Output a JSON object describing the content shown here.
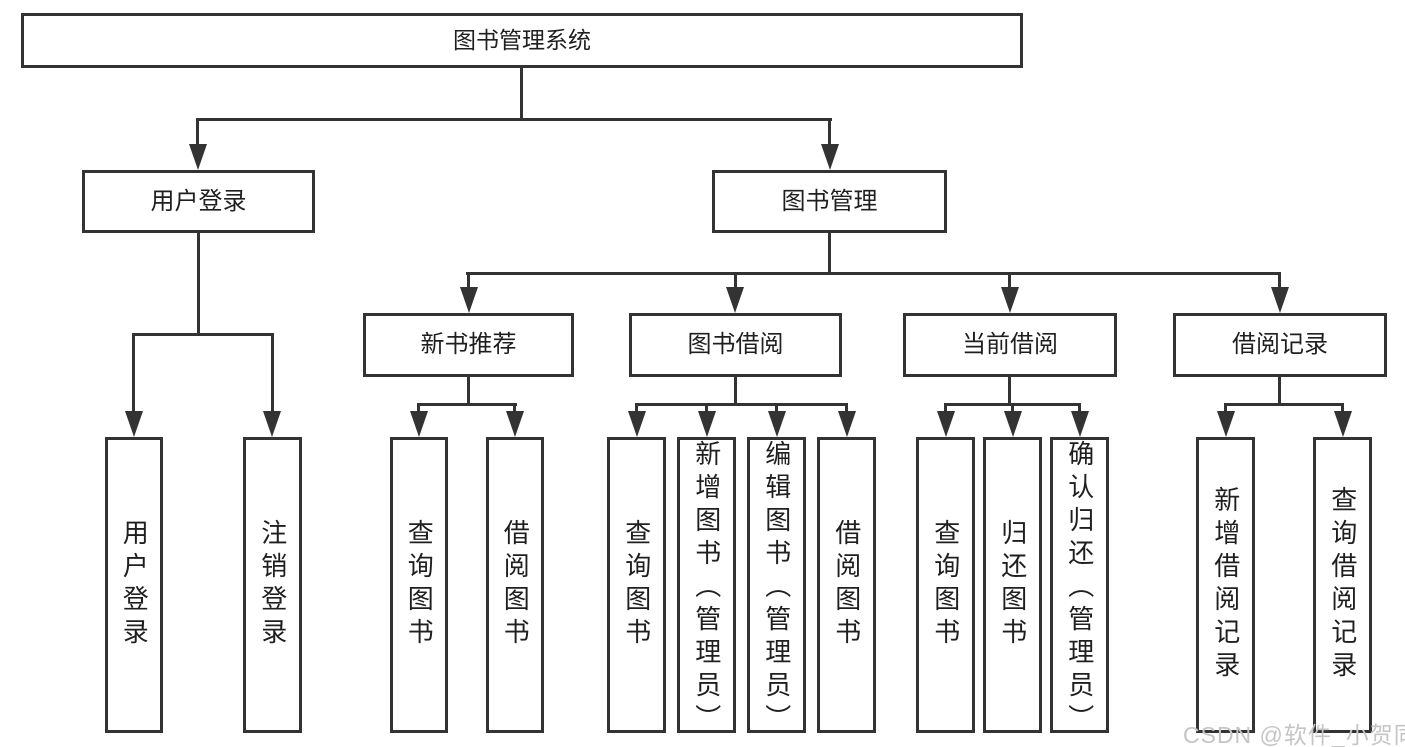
{
  "colors": {
    "line": "#333333",
    "box_border": "#333333",
    "text": "#1f1f1f",
    "background": "#ffffff",
    "watermark": "#c5c5c5"
  },
  "watermark": {
    "text": "CSDN @软件_小贺同学"
  },
  "tree": {
    "label": "图书管理系统",
    "children": [
      {
        "label": "用户登录",
        "children": [
          {
            "label": "用户登录"
          },
          {
            "label": "注销登录"
          }
        ]
      },
      {
        "label": "图书管理",
        "children": [
          {
            "label": "新书推荐",
            "children": [
              {
                "label": "查询图书"
              },
              {
                "label": "借阅图书"
              }
            ]
          },
          {
            "label": "图书借阅",
            "children": [
              {
                "label": "查询图书"
              },
              {
                "label": "新增图书（管理员）"
              },
              {
                "label": "编辑图书（管理员）"
              },
              {
                "label": "借阅图书"
              }
            ]
          },
          {
            "label": "当前借阅",
            "children": [
              {
                "label": "查询图书"
              },
              {
                "label": "归还图书"
              },
              {
                "label": "确认归还（管理员）"
              }
            ]
          },
          {
            "label": "借阅记录",
            "children": [
              {
                "label": "新增借阅记录"
              },
              {
                "label": "查询借阅记录"
              }
            ]
          }
        ]
      }
    ]
  }
}
